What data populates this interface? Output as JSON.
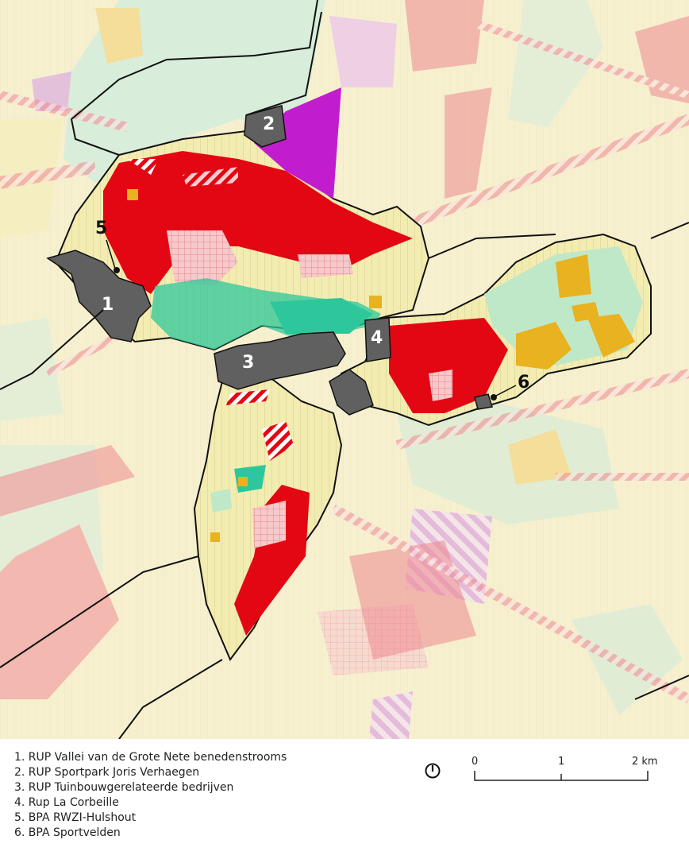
{
  "map": {
    "labels": [
      "1",
      "2",
      "3",
      "4",
      "5",
      "6"
    ],
    "colors": {
      "residential": "#f3ecb0",
      "housing_red": "#e30613",
      "housing_light_red": "#f4a3a6",
      "nature": "#bfe8c8",
      "green": "#2ec79b",
      "recreation_purple": "#c21ccf",
      "light_purple": "#e8b4ef",
      "rup_zone": "#606060",
      "agriculture_faded": "#f8f3da",
      "forest_faded": "#d6ecd9",
      "industry_yellow": "#e8b220",
      "boundary": "#111111"
    }
  },
  "legend": {
    "items": [
      "1. RUP Vallei van de Grote Nete benedenstrooms",
      "2. RUP Sportpark Joris Verhaegen",
      "3. RUP Tuinbouwgerelateerde bedrijven",
      "4. Rup La Corbeille",
      "5. BPA RWZI-Hulshout",
      "6. BPA Sportvelden"
    ]
  },
  "north_arrow": {
    "icon": "north-arrow-icon"
  },
  "scale": {
    "ticks": [
      "0",
      "1",
      "2 km"
    ]
  }
}
